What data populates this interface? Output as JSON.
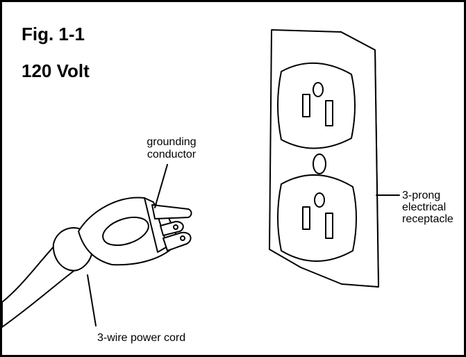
{
  "figure": {
    "title": "Fig. 1-1",
    "subtitle": "120 Volt"
  },
  "labels": {
    "grounding": [
      "grounding",
      "conductor"
    ],
    "receptacle": [
      "3-prong",
      "electrical",
      "receptacle"
    ],
    "cord": "3-wire power cord"
  }
}
